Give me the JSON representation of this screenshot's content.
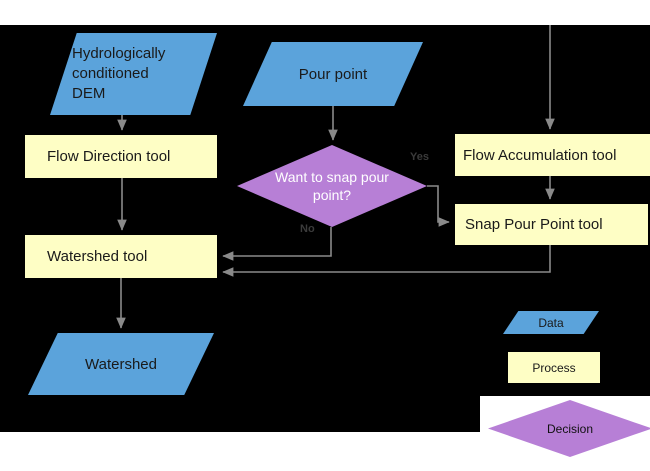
{
  "flowchart": {
    "nodes": {
      "dem": {
        "label": "Hydrologically conditioned DEM",
        "type": "data"
      },
      "pour_point": {
        "label": "Pour point",
        "type": "data"
      },
      "flow_direction": {
        "label": "Flow Direction tool",
        "type": "process"
      },
      "snap_decision": {
        "label": "Want to snap pour point?",
        "type": "decision"
      },
      "flow_accumulation": {
        "label": "Flow Accumulation tool",
        "type": "process"
      },
      "snap_pour_point": {
        "label": "Snap Pour Point tool",
        "type": "process"
      },
      "watershed_tool": {
        "label": "Watershed tool",
        "type": "process"
      },
      "watershed": {
        "label": "Watershed",
        "type": "data"
      }
    },
    "edge_labels": {
      "yes": "Yes",
      "no": "No"
    },
    "legend": [
      {
        "label": "Data",
        "shape": "parallelogram"
      },
      {
        "label": "Process",
        "shape": "rectangle"
      },
      {
        "label": "Decision",
        "shape": "diamond"
      }
    ],
    "colors": {
      "data_fill": "#5BA3DB",
      "process_fill": "#FEFEC5",
      "decision_fill": "#B77FD6",
      "connector": "#8A8A8A",
      "canvas": "#000000"
    }
  }
}
